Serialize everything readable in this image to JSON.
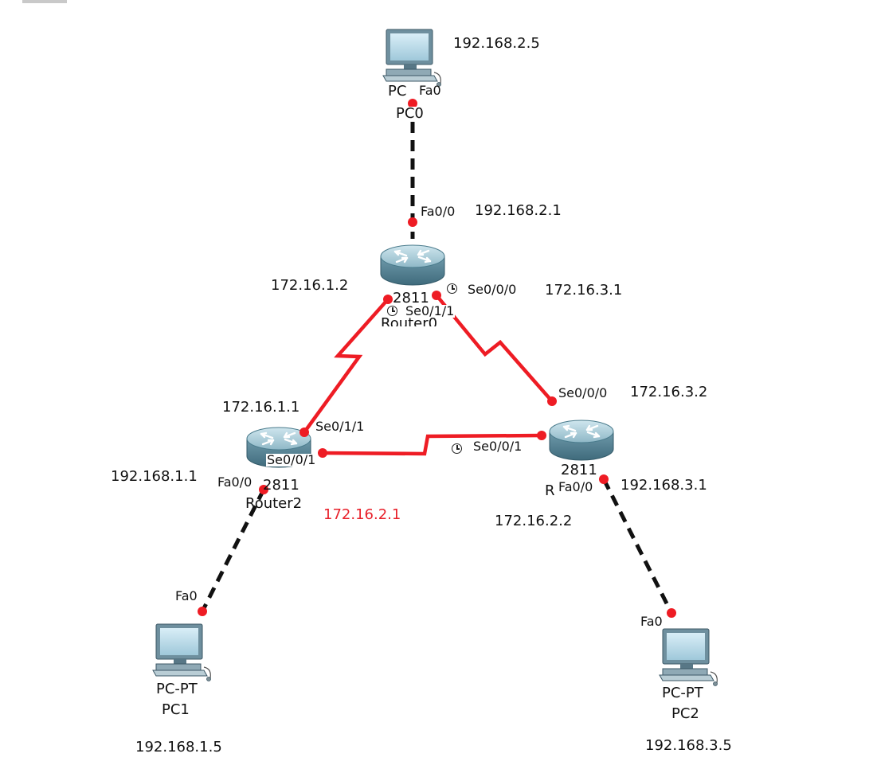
{
  "devices": {
    "pc0": {
      "type_label": "PC",
      "name": "PC0",
      "ip": "192.168.2.5",
      "port": "Fa0"
    },
    "pc1": {
      "type_label": "PC-PT",
      "name": "PC1",
      "ip": "192.168.1.5",
      "port": "Fa0"
    },
    "pc2": {
      "type_label": "PC-PT",
      "name": "PC2",
      "ip": "192.168.3.5",
      "port": "Fa0"
    },
    "router0": {
      "model": "2811",
      "name": "Router0",
      "fa00_port": "Fa0/0",
      "fa00_ip": "192.168.2.1",
      "se000_port": "Se0/0/0",
      "se000_ip": "172.16.3.1",
      "se011_port": "Se0/1/1",
      "se011_ip": "172.16.1.2"
    },
    "router2": {
      "model": "2811",
      "name": "Router2",
      "fa00_port": "Fa0/0",
      "fa00_ip": "192.168.1.1",
      "se011_port": "Se0/1/1",
      "se011_ip": "172.16.1.1",
      "se001_port": "Se0/0/1",
      "se001_ip": "172.16.2.1"
    },
    "router1": {
      "model": "2811",
      "name": "R",
      "fa00_port": "Fa0/0",
      "fa00_ip": "192.168.3.1",
      "se000_port": "Se0/0/0",
      "se000_ip": "172.16.3.2",
      "se001_port": "Se0/0/1",
      "se001_ip": "172.16.2.2"
    }
  },
  "links": [
    {
      "from": "pc0",
      "to": "router0",
      "kind": "ethernet"
    },
    {
      "from": "pc1",
      "to": "router2",
      "kind": "ethernet"
    },
    {
      "from": "pc2",
      "to": "router1",
      "kind": "ethernet"
    },
    {
      "from": "router0",
      "to": "router2",
      "kind": "serial"
    },
    {
      "from": "router0",
      "to": "router1",
      "kind": "serial"
    },
    {
      "from": "router2",
      "to": "router1",
      "kind": "serial"
    }
  ],
  "colors": {
    "serial": "#ee1c24",
    "ethernet": "#111111",
    "endpoint": "#ee1c24",
    "highlight_ip": "#e8212b"
  }
}
